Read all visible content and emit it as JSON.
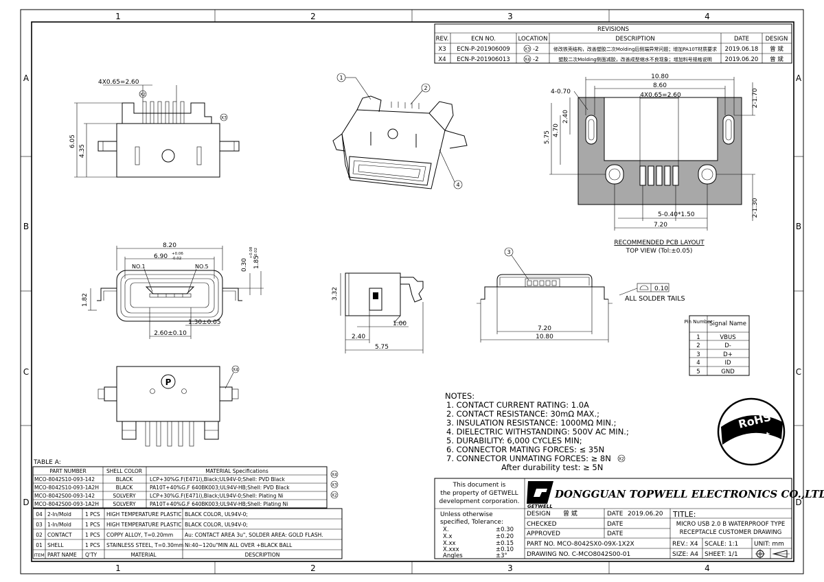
{
  "frame": {
    "zones_top": [
      "1",
      "2",
      "3",
      "4"
    ],
    "zones_bottom": [
      "1",
      "2",
      "3",
      "4"
    ],
    "zones_left": [
      "A",
      "B",
      "C",
      "D"
    ],
    "zones_right": [
      "A",
      "B",
      "C",
      "D"
    ]
  },
  "revisions": {
    "title": "REVISIONS",
    "headers": [
      "REV.",
      "ECN NO.",
      "LOCATION",
      "DESCRIPTION",
      "DATE",
      "DESIGN"
    ],
    "rows": [
      {
        "rev": "X3",
        "ecn": "ECN-P-201906009",
        "loc": "-2",
        "loc_mark": "X3",
        "desc": "修改铁壳结构，改善塑胶二次Molding后侧端异常问题；增加PA10T材质要求",
        "date": "2019.06.18",
        "design": "曾 斌"
      },
      {
        "rev": "X4",
        "ecn": "ECN-P-201906013",
        "loc": "-2",
        "loc_mark": "X4",
        "desc": "塑胶二次Molding侧面减胶，改善成型缩水不良现象；增加料号规格说明",
        "date": "2019.06.20",
        "design": "曾 斌"
      }
    ]
  },
  "dims": {
    "top_pitch": "4X0.65=2.60",
    "h605": "6.05",
    "h435": "4.35",
    "w820": "8.20",
    "w690": "6.90",
    "tol690_up": "+0.06",
    "tol690_dn": "-0.02",
    "no1": "NO.1",
    "no5": "NO.5",
    "d030": "0.30",
    "d185": "1.85",
    "tol185_up": "+0.08",
    "tol185_dn": "-0.02",
    "d182": "1.82",
    "d130": "1.30±0.05",
    "d260": "2.60±0.10",
    "s332": "3.32",
    "s100": "1.00",
    "s240": "2.40",
    "s575": "5.75",
    "b720": "7.20",
    "b1080": "10.80",
    "p1080": "10.80",
    "p860": "8.60",
    "p_pitch": "4X0.65=2.60",
    "p470a": "4-0.70",
    "p170": "2-1.70",
    "p240": "2.40",
    "p470": "4.70",
    "p575": "5.75",
    "p130": "2-1.30",
    "p_slot": "5-0.40*1.50",
    "p720": "7.20",
    "pcb_title": "RECOMMENDED PCB LAYOUT",
    "pcb_sub": "TOP VIEW (Tol:±0.05)",
    "flat_val": "0.10",
    "flat_label": "ALL SOLDER TAILS",
    "p_mark": "P",
    "x2": "X2",
    "x3": "X3",
    "x4": "X4",
    "c1": "1",
    "c2": "2",
    "c3": "3",
    "c4": "4"
  },
  "pins": {
    "headers": [
      "Pin Number",
      "Signal Name"
    ],
    "rows": [
      [
        "1",
        "VBUS"
      ],
      [
        "2",
        "D-"
      ],
      [
        "3",
        "D+"
      ],
      [
        "4",
        "ID"
      ],
      [
        "5",
        "GND"
      ]
    ]
  },
  "notes": {
    "title": "NOTES:",
    "lines": [
      "1. CONTACT CURRENT RATING: 1.0A",
      "2. CONTACT RESISTANCE: 30mΩ MAX.;",
      "3. INSULATION RESISTANCE: 1000MΩ MIN.;",
      "4. DIELECTRIC WITHSTANDING: 500V AC MIN.;",
      "5. DURABILITY: 6,000 CYCLES MIN;",
      "6. CONNECTOR MATING FORCES:      ≤ 35N",
      "7. CONNECTOR UNMATING FORCES: ≥ 8N",
      "After durability test: ≥ 5N"
    ]
  },
  "rohs": {
    "top": "RoHS",
    "bottom": "Compliant"
  },
  "table_a": {
    "title": "TABLE A:",
    "headers": [
      "PART NUMBER",
      "SHELL COLOR",
      "MATERIAL Specifications"
    ],
    "rows": [
      [
        "MCO-8042S10-093-142",
        "BLACK",
        "LCP+30%G.F(E471i),Black;UL94V-0;Shell: PVD Black",
        "X4"
      ],
      [
        "MCO-8042S10-093-1A2H",
        "BLACK",
        "PA10T+40%G.F 640BK003;UL94V-HB;Shell: PVD Black",
        "X3"
      ],
      [
        "MCO-8042S00-093-142",
        "SOLVERY",
        "LCP+30%G.F(E471i),Black;UL94V-0;Shell: Plating Ni",
        "X2"
      ],
      [
        "MCO-8042S00-093-1A2H",
        "SOLVERY",
        "PA10T+40%G.F 640BK003;UL94V-HB;Shell: Plating Ni",
        ""
      ]
    ]
  },
  "bom": {
    "rows": [
      [
        "04",
        "2-In/Mold",
        "1 PCS",
        "HIGH TEMPERATURE PLASTIC",
        "BLACK COLOR, UL94V-0;"
      ],
      [
        "03",
        "1-In/Mold",
        "1 PCS",
        "HIGH TEMPERATURE PLASTIC",
        "BLACK COLOR, UL94V-0;"
      ],
      [
        "02",
        "CONTACT",
        "1 PCS",
        "COPPY ALLOY, T=0.20mm",
        "Au: CONTACT AREA 3u\", SOLDER AREA: GOLD FLASH."
      ],
      [
        "01",
        "SHELL",
        "1 PCS",
        "STAINLESS STEEL, T=0.30mm",
        "Ni:40~120u\"MIN ALL OVER +BLACK BALL"
      ]
    ],
    "headers": [
      "ITEM",
      "PART NAME",
      "Q'TY",
      "MATERIAL",
      "DESCRIPTION"
    ]
  },
  "title_block": {
    "property": [
      "This document is",
      "the property of GETWELL",
      "development corporation."
    ],
    "company": "DONGGUAN TOPWELL ELECTRONICS CO.,LTD.",
    "logo_text": "GETWELL",
    "tol_title": [
      "Unless otherwise",
      "specified, Tolerance:"
    ],
    "tol_rows": [
      [
        "X.",
        "±0.30"
      ],
      [
        "X.x",
        "±0.20"
      ],
      [
        "X.xx",
        "±0.15"
      ],
      [
        "X.xxx",
        "±0.10"
      ],
      [
        "Angles",
        "±3°"
      ]
    ],
    "design_label": "DESIGN",
    "design_name": "曾 斌",
    "date_label": "DATE",
    "date_value": "2019.06.20",
    "checked_label": "CHECKED",
    "approved_label": "APPROVED",
    "part_no": "PART NO. MCO-8042SX0-09X-1X2X",
    "drawing_no": "DRAWING NO. C-MCO8042S00-01",
    "title_label": "TITLE:",
    "title_line1": "MICRO USB 2.0 B WATERPROOF TYPE",
    "title_line2": "RECEPTACLE CUSTOMER DRAWING",
    "rev": "REV.: X4",
    "scale": "SCALE: 1:1",
    "unit": "UNIT: mm",
    "size": "SIZE: A4",
    "sheet": "SHEET: 1/1"
  }
}
